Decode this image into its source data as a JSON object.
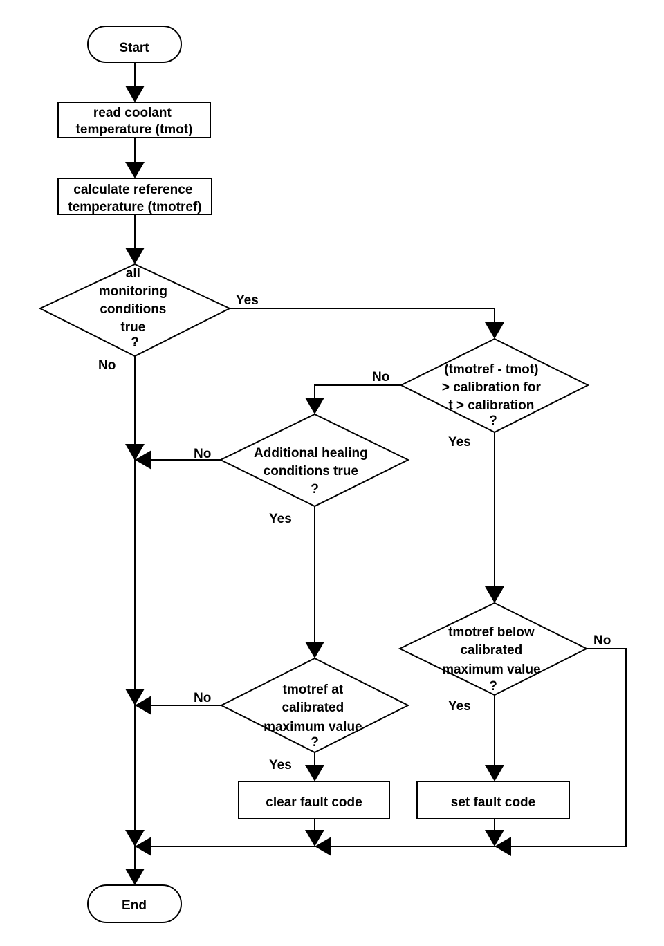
{
  "diagram": {
    "nodes": {
      "start": {
        "lines": [
          "Start"
        ]
      },
      "read_coolant": {
        "lines": [
          "read coolant",
          "temperature (tmot)"
        ]
      },
      "calc_reference": {
        "lines": [
          "calculate reference",
          "temperature (tmotref)"
        ]
      },
      "monitoring_conditions": {
        "lines": [
          "all",
          "monitoring",
          "conditions",
          "true",
          "?"
        ]
      },
      "difference_check": {
        "lines": [
          "(tmotref - tmot)",
          "> calibration for",
          "t > calibration",
          "?"
        ]
      },
      "healing_conditions": {
        "lines": [
          "Additional healing",
          "conditions true",
          "?"
        ]
      },
      "below_max": {
        "lines": [
          "tmotref below",
          "calibrated",
          "maximum value",
          "?"
        ]
      },
      "at_max": {
        "lines": [
          "tmotref at",
          "calibrated",
          "maximum value",
          "?"
        ]
      },
      "clear_fault": {
        "lines": [
          "clear fault code"
        ]
      },
      "set_fault": {
        "lines": [
          "set fault code"
        ]
      },
      "end": {
        "lines": [
          "End"
        ]
      }
    },
    "edge_labels": {
      "monitoring_yes": "Yes",
      "monitoring_no": "No",
      "difference_no": "No",
      "difference_yes": "Yes",
      "healing_no": "No",
      "healing_yes": "Yes",
      "below_max_no": "No",
      "below_max_yes": "Yes",
      "at_max_no": "No",
      "at_max_yes": "Yes"
    }
  }
}
